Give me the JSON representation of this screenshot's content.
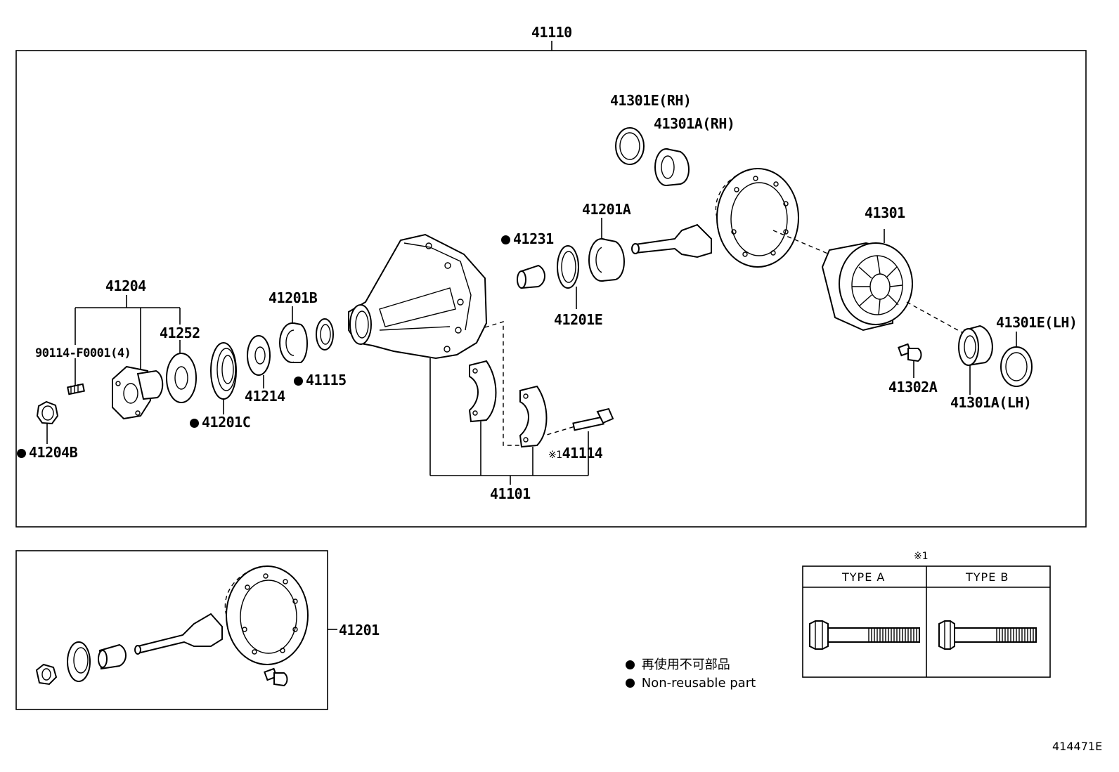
{
  "diagram": {
    "assembly_label": "41110",
    "carrier_label": "41101",
    "kit_label": "41201",
    "footer_code": "414471E",
    "type_note_marker": "※1",
    "parts": {
      "p90114": "90114-F0001(4)",
      "p41204": "41204",
      "p41204B": "41204B",
      "p41252": "41252",
      "p41201C": "41201C",
      "p41214": "41214",
      "p41201B": "41201B",
      "p41115": "41115",
      "p41231": "41231",
      "p41201A": "41201A",
      "p41201E": "41201E",
      "p41301E_RH": "41301E(RH)",
      "p41301A_RH": "41301A(RH)",
      "p41301": "41301",
      "p41302A": "41302A",
      "p41301A_LH": "41301A(LH)",
      "p41301E_LH": "41301E(LH)",
      "p41114_prefix": "※1",
      "p41114": "41114"
    },
    "legend": {
      "line_jp": "再使用不可部品",
      "line_en": "Non-reusable part"
    },
    "type_table": {
      "note": "※1",
      "col_a": "TYPE A",
      "col_b": "TYPE B"
    }
  }
}
